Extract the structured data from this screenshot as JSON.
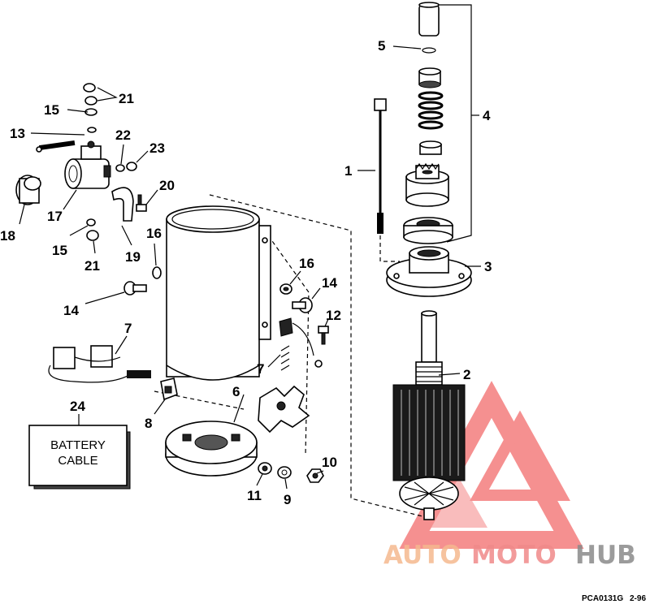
{
  "callouts": [
    {
      "id": "c1",
      "text": "1"
    },
    {
      "id": "c2",
      "text": "2"
    },
    {
      "id": "c3",
      "text": "3"
    },
    {
      "id": "c4",
      "text": "4"
    },
    {
      "id": "c5",
      "text": "5"
    },
    {
      "id": "c6",
      "text": "6"
    },
    {
      "id": "c7a",
      "text": "7"
    },
    {
      "id": "c7b",
      "text": "7"
    },
    {
      "id": "c8",
      "text": "8"
    },
    {
      "id": "c9",
      "text": "9"
    },
    {
      "id": "c10",
      "text": "10"
    },
    {
      "id": "c11",
      "text": "11"
    },
    {
      "id": "c12",
      "text": "12"
    },
    {
      "id": "c13",
      "text": "13"
    },
    {
      "id": "c14a",
      "text": "14"
    },
    {
      "id": "c14b",
      "text": "14"
    },
    {
      "id": "c15a",
      "text": "15"
    },
    {
      "id": "c15b",
      "text": "15"
    },
    {
      "id": "c16a",
      "text": "16"
    },
    {
      "id": "c16b",
      "text": "16"
    },
    {
      "id": "c17",
      "text": "17"
    },
    {
      "id": "c18",
      "text": "18"
    },
    {
      "id": "c19",
      "text": "19"
    },
    {
      "id": "c20",
      "text": "20"
    },
    {
      "id": "c21a",
      "text": "21"
    },
    {
      "id": "c21b",
      "text": "21"
    },
    {
      "id": "c22",
      "text": "22"
    },
    {
      "id": "c23",
      "text": "23"
    },
    {
      "id": "c24",
      "text": "24"
    }
  ],
  "battery_box": {
    "line1": "BATTERY",
    "line2": "CABLE"
  },
  "footer": {
    "code": "PCA0131G",
    "date": "2-96"
  },
  "watermark": {
    "part1": "AUTO",
    "part2": "MOTO",
    "part3": "HUB",
    "color1": "#f5b98f",
    "color2": "#f08a8a",
    "color3": "#8a8a8a"
  },
  "colors": {
    "line": "#000000",
    "background": "#ffffff",
    "logo_red": "#f26b6b"
  }
}
